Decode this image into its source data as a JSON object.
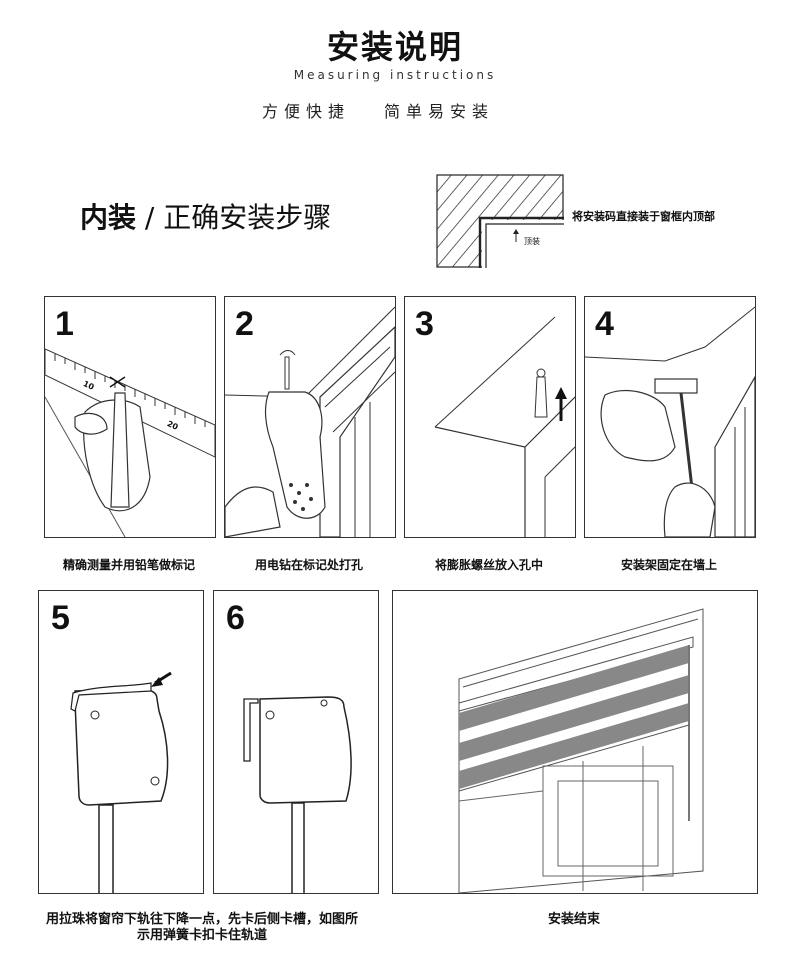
{
  "header": {
    "title": "安装说明",
    "subtitle": "Measuring instructions",
    "slogan_left": "方便快捷",
    "slogan_right": "简单易安装"
  },
  "section": {
    "heading_bold": "内装",
    "heading_rest": " / 正确安装步骤",
    "mount_note": "将安装码直接装于窗框内顶部",
    "top_label": "顶装"
  },
  "steps": [
    {
      "number": "1",
      "caption": "精确测量并用铅笔做标记"
    },
    {
      "number": "2",
      "caption": "用电钻在标记处打孔"
    },
    {
      "number": "3",
      "caption": "将膨胀螺丝放入孔中"
    },
    {
      "number": "4",
      "caption": "安装架固定在墙上"
    },
    {
      "number": "5",
      "caption": "用拉珠将窗帘下轨往下降一点，先卡后侧卡槽，如图所示用弹簧卡扣卡住轨道"
    },
    {
      "number": "6",
      "caption": ""
    },
    {
      "number": "",
      "caption": "安装结束"
    }
  ],
  "ruler_ticks": [
    "10",
    "20"
  ]
}
